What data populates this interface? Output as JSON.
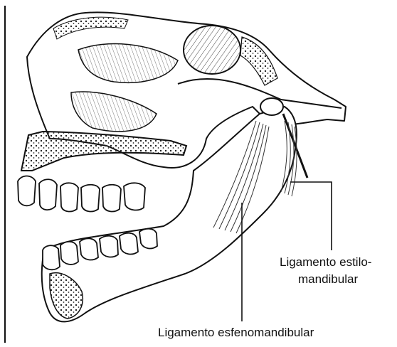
{
  "labels": {
    "stylomandibular_line1": "Ligamento estilo-",
    "stylomandibular_line2": "mandibular",
    "sphenomandibular": "Ligamento esfenomandibular"
  },
  "colors": {
    "ink": "#111111",
    "background": "#ffffff",
    "bone_fill": "#ffffff",
    "hatching": "#444444"
  },
  "icons": [
    "skull-lateral-illustration",
    "mandible-illustration",
    "teeth-illustration",
    "ligament-illustration"
  ]
}
